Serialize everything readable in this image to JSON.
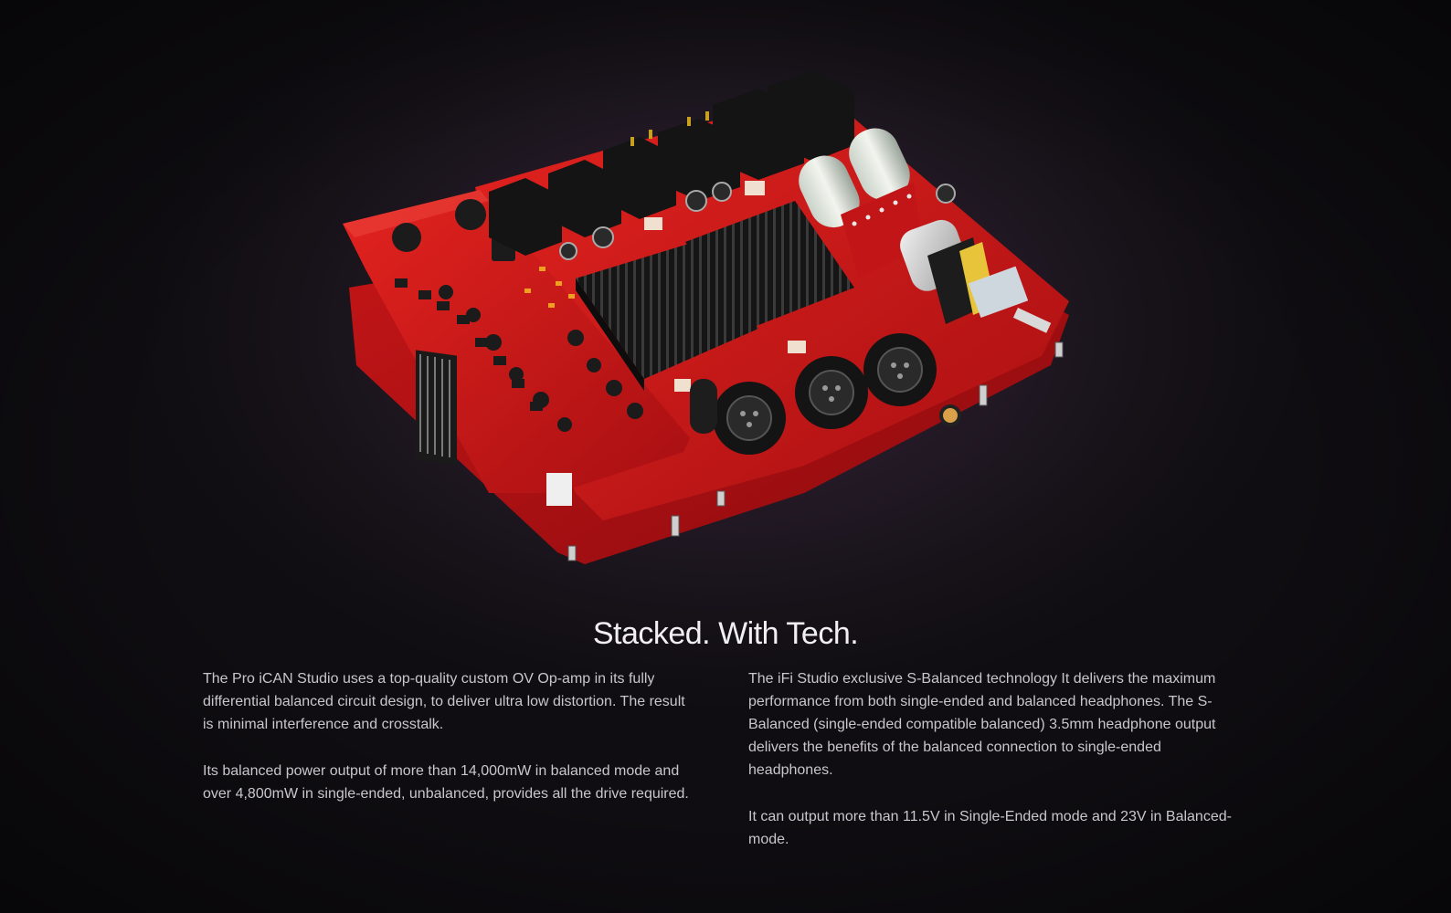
{
  "section": {
    "headline": "Stacked. With Tech.",
    "product_image_alt": "Pro iCAN Studio circuit board"
  },
  "left_column": {
    "p1": "The Pro iCAN Studio uses a top-quality custom OV Op-amp in its fully differential balanced circuit design, to deliver ultra low distortion. The result is minimal interference and crosstalk.",
    "p2": "Its balanced power output of more than 14,000mW in balanced mode and over 4,800mW in single-ended, unbalanced, provides all the drive required."
  },
  "right_column": {
    "p1": "The iFi Studio exclusive S-Balanced technology It delivers the maximum performance from both single-ended and balanced headphones. The S-Balanced (single-ended compatible balanced) 3.5mm headphone output delivers the benefits of the balanced connection to single-ended headphones.",
    "p2": "It can output more than 11.5V in Single-Ended mode and 23V in Balanced-mode."
  },
  "colors": {
    "background": "#1a1519",
    "pcb_red": "#d11a1a",
    "heatsink": "#1c1c1c",
    "text": "#c9c6cc"
  }
}
